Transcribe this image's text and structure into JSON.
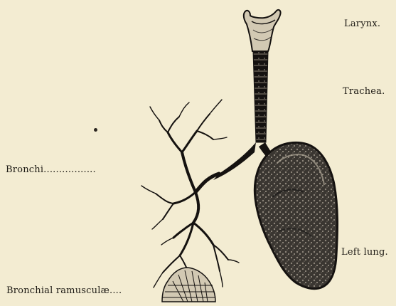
{
  "figure": {
    "labels": {
      "larynx": "Larynx.",
      "trachea": "Trachea.",
      "bronchi": "Bronchi.................",
      "left_lung": "Left lung.",
      "bronchial_ramusculae": "Bronchial ramusculæ...."
    },
    "colors": {
      "paper": "#f3ecd2",
      "ink": "#151210",
      "lung_fill": "#3a3631",
      "lung_texture": "#8d857a",
      "larynx_fill": "#d2c9b3"
    }
  }
}
